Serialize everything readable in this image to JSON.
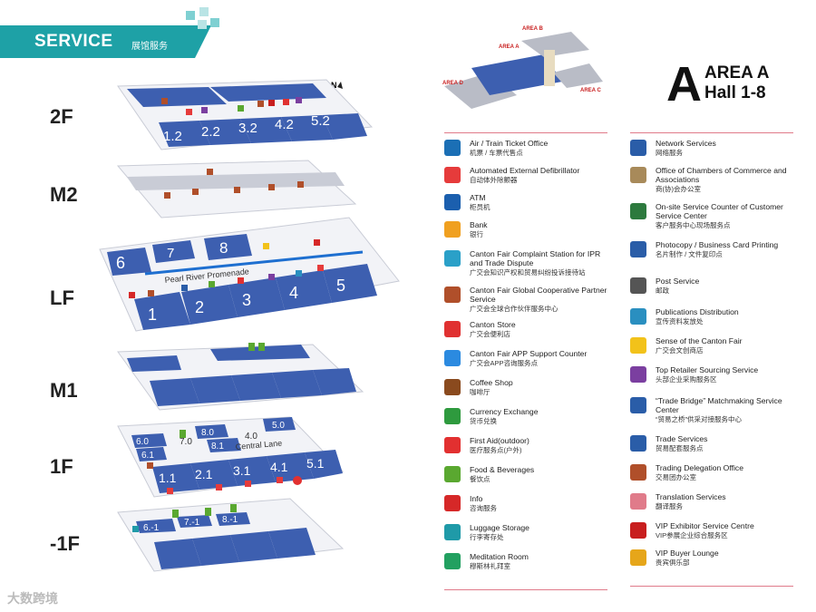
{
  "header": {
    "title_en": "SERVICE",
    "title_zh": "展馆服务"
  },
  "area": {
    "letter": "A",
    "line1": "AREA A",
    "line2": "Hall 1-8"
  },
  "mini_map": {
    "labels": [
      "AREA B",
      "AREA A",
      "AREA D",
      "AREA C"
    ]
  },
  "floors": [
    {
      "label": "2F",
      "halls": [
        "1.2",
        "2.2",
        "3.2",
        "4.2",
        "5.2"
      ]
    },
    {
      "label": "M2",
      "halls": []
    },
    {
      "label": "LF",
      "halls": [
        "1",
        "2",
        "3",
        "4",
        "5",
        "6",
        "7",
        "8"
      ],
      "promenade": "Pearl River Promenade"
    },
    {
      "label": "M1",
      "halls": []
    },
    {
      "label": "1F",
      "halls": [
        "1.1",
        "2.1",
        "3.1",
        "4.1",
        "5.1",
        "6.0",
        "6.1",
        "7.0",
        "8.0",
        "8.1",
        "4.0",
        "5.0"
      ],
      "lane": "Central Lane"
    },
    {
      "label": "-1F",
      "halls": [
        "6.-1",
        "7.-1",
        "8.-1"
      ]
    }
  ],
  "legend_left": [
    {
      "icon": "plane-icon",
      "color": "#1b6fb5",
      "en": "Air / Train Ticket Office",
      "zh": "机票 / 车票代售点"
    },
    {
      "icon": "heart-defib-icon",
      "color": "#e63b3b",
      "en": "Automated External Defibrillator",
      "zh": "自动体外除颤器"
    },
    {
      "icon": "atm-icon",
      "color": "#1b5fae",
      "en": "ATM",
      "zh": "柜员机"
    },
    {
      "icon": "bank-icon",
      "color": "#f0a020",
      "en": "Bank",
      "zh": "银行"
    },
    {
      "icon": "ipr-icon",
      "color": "#2aa0c8",
      "en": "Canton Fair Complaint Station for IPR and Trade Dispute",
      "zh": "广交会知识产权和贸易纠纷投诉接待站"
    },
    {
      "icon": "handshake-icon",
      "color": "#b04f2a",
      "en": "Canton Fair Global Cooperative Partner Service",
      "zh": "广交会全球合作伙伴服务中心"
    },
    {
      "icon": "store-icon",
      "color": "#e03131",
      "en": "Canton Store",
      "zh": "广交会便利店"
    },
    {
      "icon": "app-icon",
      "color": "#2b8ae0",
      "en": "Canton Fair APP Support Counter",
      "zh": "广交会APP咨询服务点"
    },
    {
      "icon": "coffee-icon",
      "color": "#8a4a1e",
      "en": "Coffee Shop",
      "zh": "咖啡厅"
    },
    {
      "icon": "currency-icon",
      "color": "#2e9a3e",
      "en": "Currency Exchange",
      "zh": "货币兑换"
    },
    {
      "icon": "first-aid-icon",
      "color": "#e23030",
      "en": "First Aid(outdoor)",
      "zh": "医疗服务点(户外)"
    },
    {
      "icon": "food-icon",
      "color": "#5aa830",
      "en": "Food & Beverages",
      "zh": "餐饮点"
    },
    {
      "icon": "info-icon",
      "color": "#d62828",
      "en": "Info",
      "zh": "咨询服务"
    },
    {
      "icon": "luggage-icon",
      "color": "#1f9aa8",
      "en": "Luggage Storage",
      "zh": "行李寄存处"
    },
    {
      "icon": "meditation-icon",
      "color": "#22a060",
      "en": "Meditation Room",
      "zh": "穆斯林礼拜室"
    }
  ],
  "legend_right": [
    {
      "icon": "network-icon",
      "color": "#2a5da8",
      "en": "Network Services",
      "zh": "网络服务"
    },
    {
      "icon": "chamber-icon",
      "color": "#a88a5a",
      "en": "Office of Chambers of Commerce and Associations",
      "zh": "商(协)会办公室"
    },
    {
      "icon": "customer-service-icon",
      "color": "#2d7a3e",
      "en": "On-site Service Counter of Customer Service Center",
      "zh": "客户服务中心现场服务点"
    },
    {
      "icon": "copy-icon",
      "color": "#2a5da8",
      "en": "Photocopy / Business Card Printing",
      "zh": "名片制作 / 文件复印点"
    },
    {
      "icon": "post-icon",
      "color": "#555555",
      "en": "Post Service",
      "zh": "邮政"
    },
    {
      "icon": "publications-icon",
      "color": "#2a8fc0",
      "en": "Publications Distribution",
      "zh": "宣传资料发放处"
    },
    {
      "icon": "mascot-icon",
      "color": "#f2c21a",
      "en": "Sense of the Canton Fair",
      "zh": "广交会文创商店"
    },
    {
      "icon": "globe-icon",
      "color": "#7b3fa0",
      "en": "Top Retailer Sourcing Service",
      "zh": "头部企业采购服务区"
    },
    {
      "icon": "trade-bridge-icon",
      "color": "#2a5da8",
      "en": "“Trade Bridge” Matchmaking Service Center",
      "zh": "“贸易之桥”供采对接服务中心"
    },
    {
      "icon": "trade-services-icon",
      "color": "#2a5da8",
      "en": "Trade Services",
      "zh": "贸易配套服务点"
    },
    {
      "icon": "delegation-icon",
      "color": "#b04f2a",
      "en": "Trading Delegation Office",
      "zh": "交易团办公室"
    },
    {
      "icon": "translation-icon",
      "color": "#e07b8a",
      "en": "Translation Services",
      "zh": "翻译服务"
    },
    {
      "icon": "vip-icon",
      "color": "#c81e1e",
      "en": "VIP Exhibitor Service Centre",
      "zh": "VIP参展企业综合服务区"
    },
    {
      "icon": "vip-buyer-icon",
      "color": "#e6a61a",
      "en": "VIP Buyer Lounge",
      "zh": "贵宾俱乐部"
    }
  ],
  "watermark": "大数跨境"
}
